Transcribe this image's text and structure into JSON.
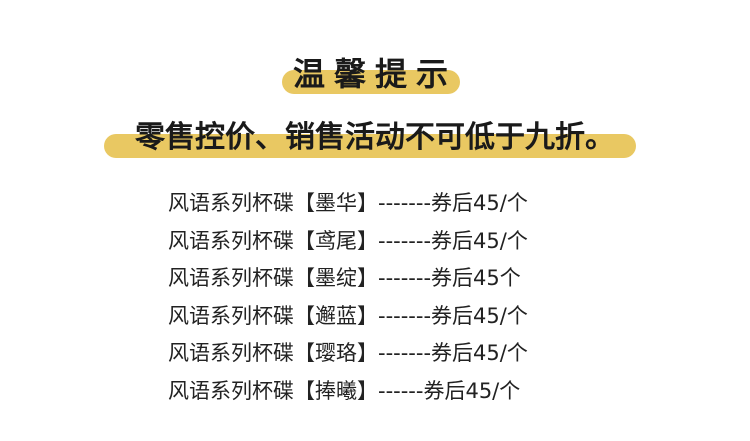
{
  "title": "温馨提示",
  "notice": "零售控价、销售活动不可低于九折。",
  "accent_color": "#e9c862",
  "items": [
    "风语系列杯碟【墨华】-------券后45/个",
    "风语系列杯碟【鸢尾】-------券后45/个",
    "风语系列杯碟【墨绽】-------券后45个",
    "风语系列杯碟【邂蓝】-------券后45/个",
    "风语系列杯碟【璎珞】-------券后45/个",
    "风语系列杯碟【捧曦】------券后45/个"
  ]
}
